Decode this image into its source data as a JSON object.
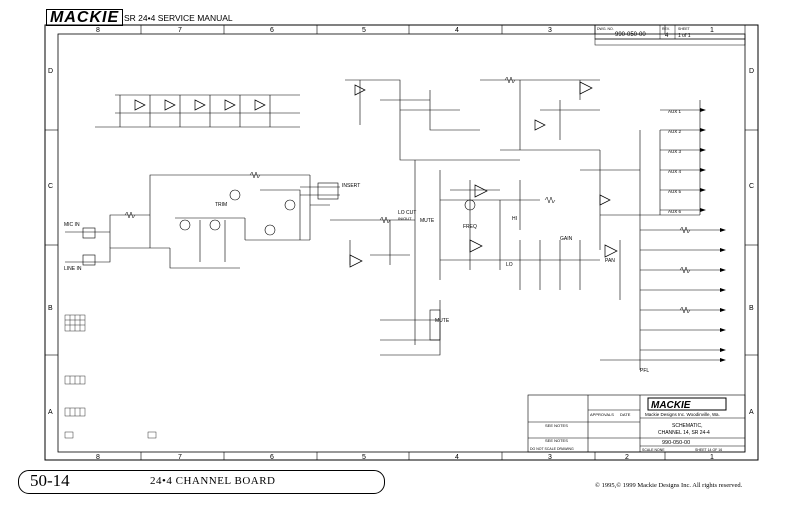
{
  "header": {
    "brand": "MACKIE",
    "subtitle": "SR 24•4 SERVICE MANUAL",
    "dwg_no_label": "DWG. NO.",
    "dwg_no": "990-050-00",
    "rev_label": "REV.",
    "rev": "4",
    "sheet_label": "SHEET",
    "sheet": "1 of 1"
  },
  "grid": {
    "columns": [
      "8",
      "7",
      "6",
      "5",
      "4",
      "3",
      "2",
      "1"
    ],
    "rows": [
      "D",
      "C",
      "B",
      "A"
    ]
  },
  "labels": {
    "insert": "INSERT",
    "lo_cut": "LO CUT",
    "lo_cut2": "IN/OUT",
    "mute": "MUTE",
    "mute_b": "MUTE",
    "freq": "FREQ",
    "lo": "LO",
    "mic_in": "MIC IN",
    "line_in": "LINE IN",
    "hi": "HI",
    "aux": [
      "AUX 1",
      "AUX 2",
      "AUX 3",
      "AUX 4",
      "AUX 5",
      "AUX 6"
    ],
    "pfl": "PFL",
    "pan": "PAN",
    "gain": "GAIN",
    "trim": "TRIM"
  },
  "title_block": {
    "company": "MACKIE",
    "company_sub": "Mackie Designs Inc.  Woodinville, Wa.",
    "title_label": "SCHEMATIC,",
    "title_line2": "CHANNEL 14, SR 24-4",
    "dwg_no": "990-050-00",
    "approvals": "APPROVALS",
    "date": "DATE",
    "scale": "SCALE NONE",
    "sheet": "SHEET 14 OF 16",
    "see_notes": "SEE NOTES",
    "finish": "SEE NOTES",
    "do_not_scale": "DO NOT SCALE DRAWING"
  },
  "footer": {
    "page_number": "50-14",
    "board_title": "24•4 CHANNEL BOARD",
    "copyright": "© 1995,© 1999 Mackie Designs Inc. All rights reserved."
  }
}
